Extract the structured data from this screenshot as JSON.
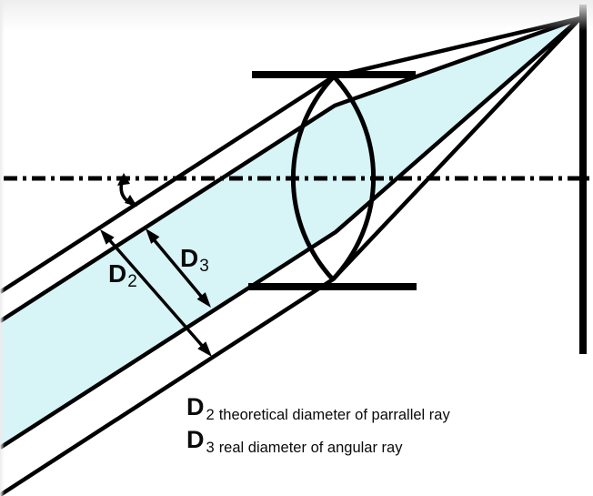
{
  "figure": {
    "type": "optics-ray-diagram",
    "colors": {
      "beam_fill": "#d7f4f7",
      "ink": "#000000",
      "background": "#ffffff"
    },
    "labels": {
      "d2": {
        "symbol": "D",
        "sub": "2"
      },
      "d3": {
        "symbol": "D",
        "sub": "3"
      }
    },
    "caption": {
      "line1": {
        "symbol": "D",
        "sub": "2",
        "text": "theoretical diameter of parrallel ray"
      },
      "line2": {
        "symbol": "D",
        "sub": "3",
        "text": "real diameter of angular ray"
      }
    }
  }
}
